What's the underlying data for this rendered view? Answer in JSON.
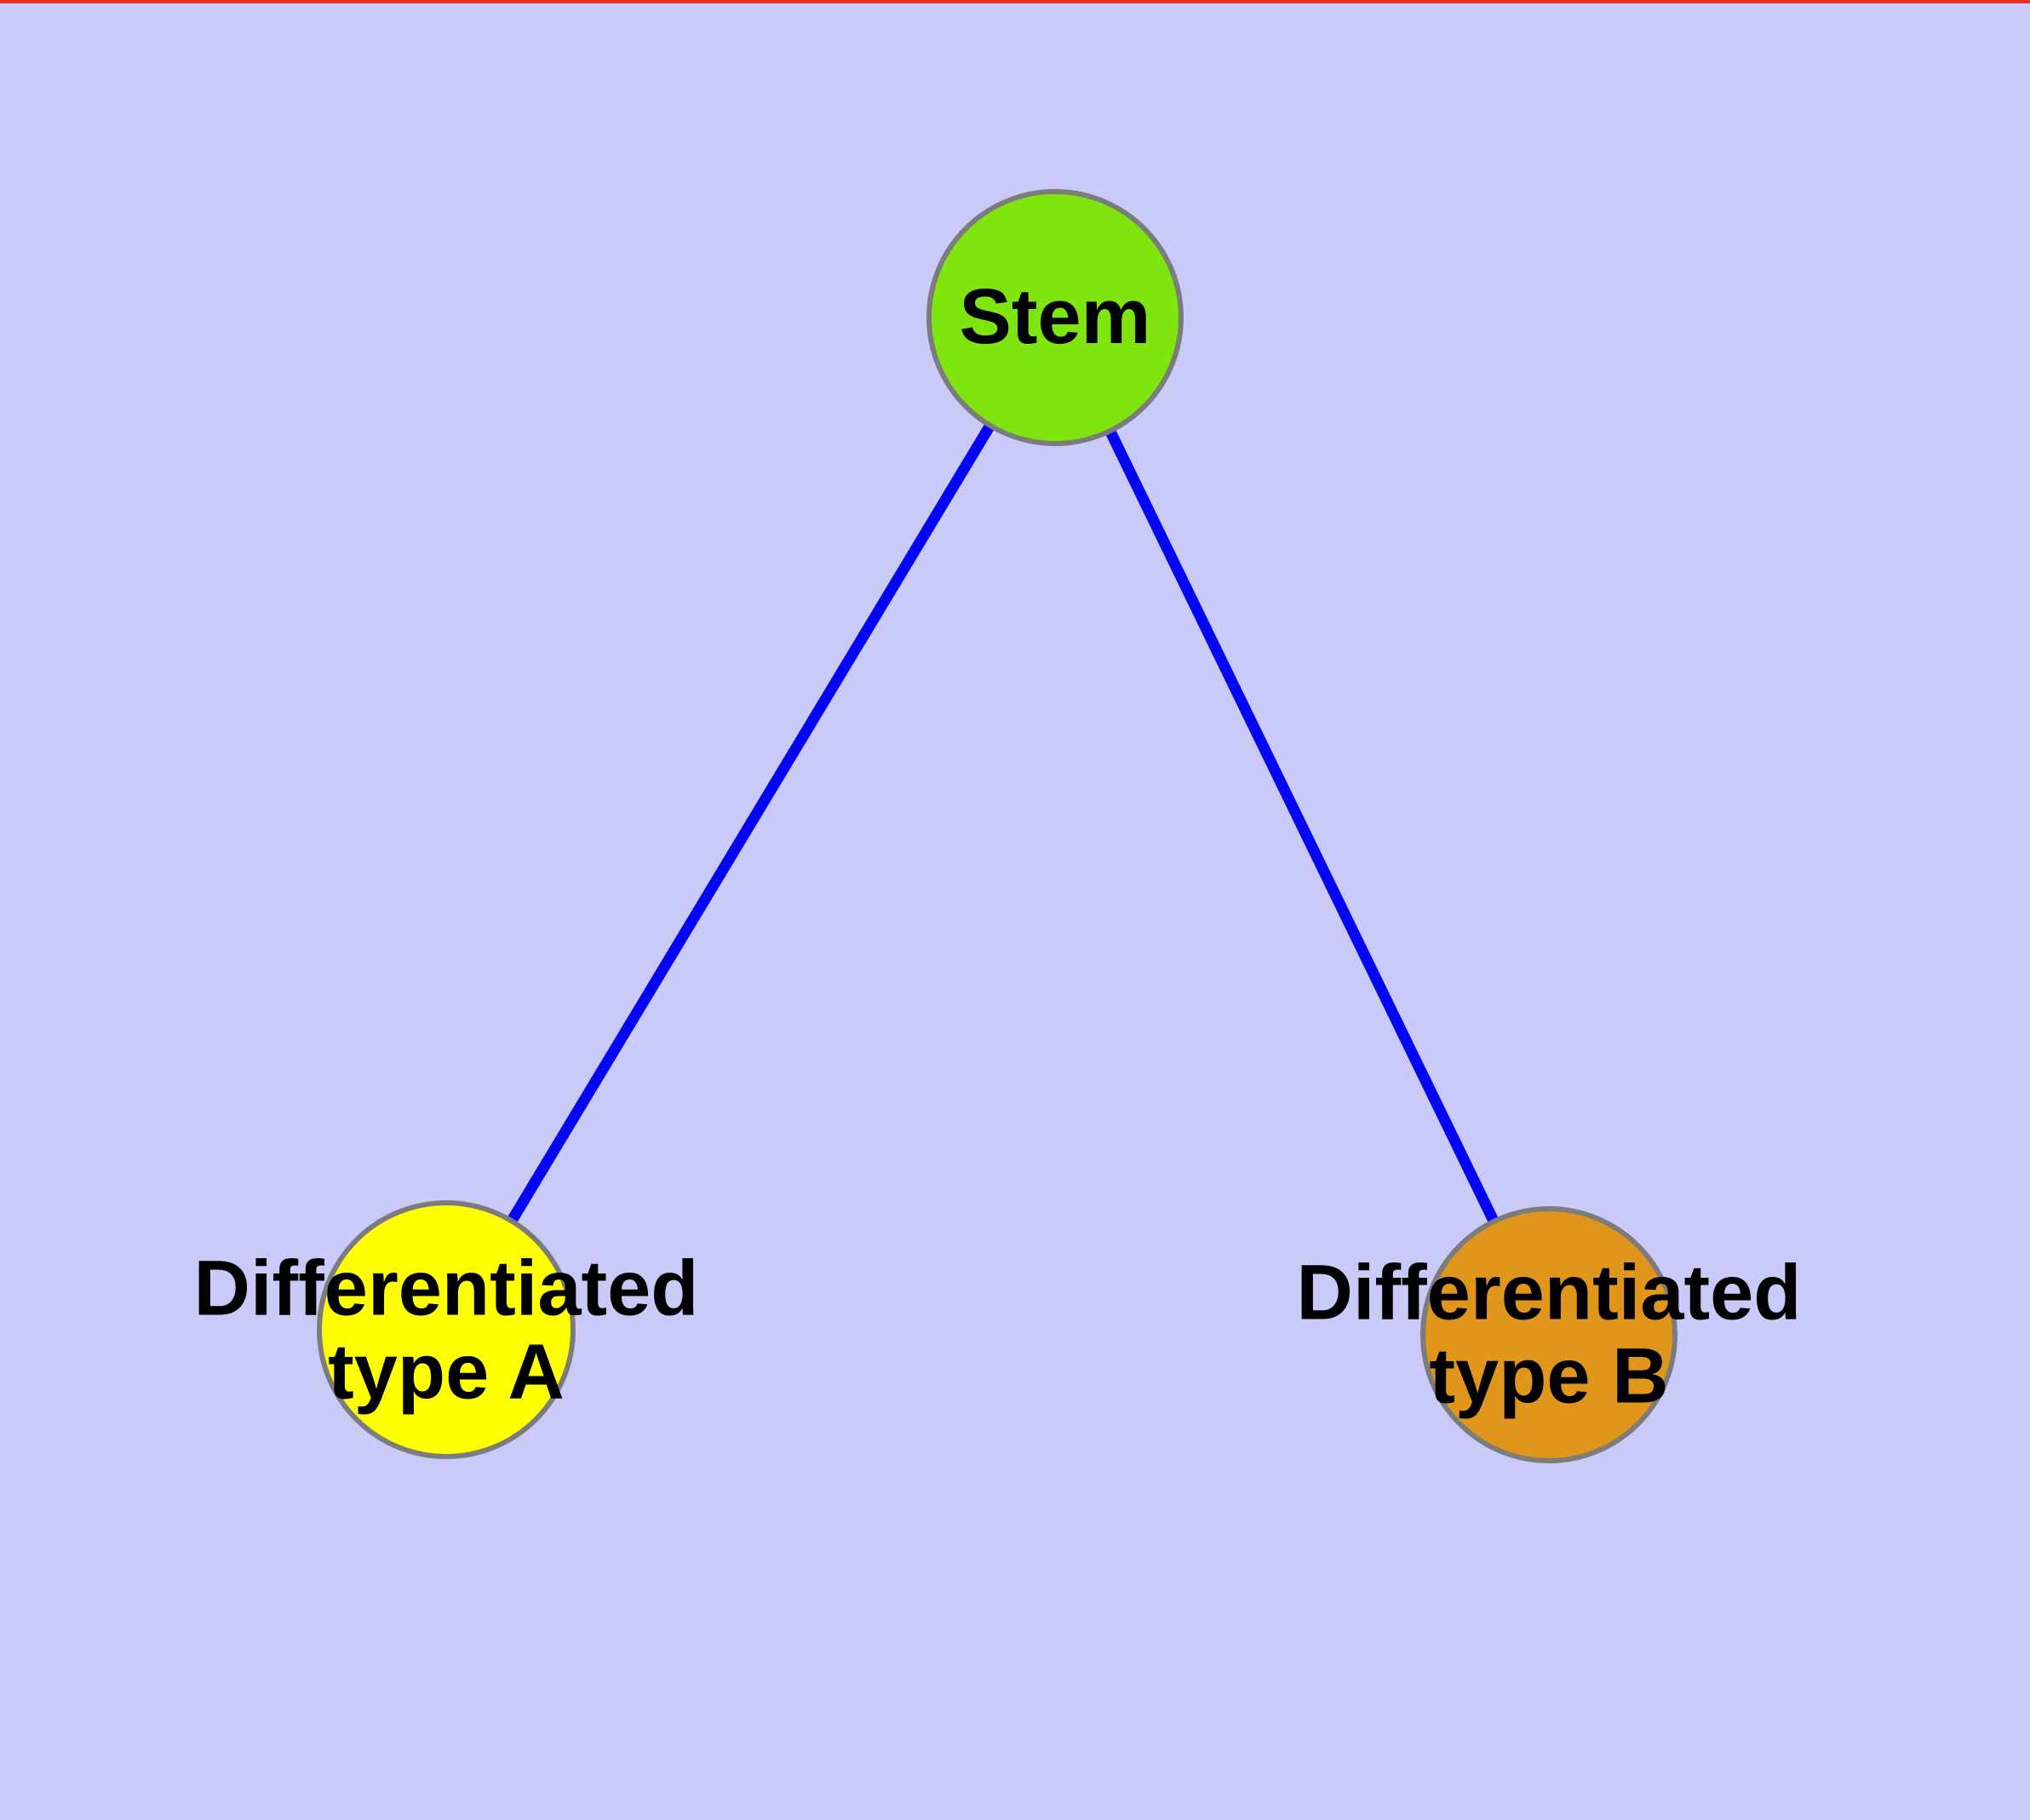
{
  "figure": {
    "type": "node-link-diagram",
    "description": "Stem cell differentiation tree: one stem node linked to two differentiated cell type nodes"
  },
  "colors": {
    "background": "#CACAF8",
    "node_border": "#7C7C7C",
    "edge_blue": "#0505F5",
    "label_text": "#000000",
    "top_edge_line": "#E03131"
  },
  "nodes": [
    {
      "id": "stem",
      "label": "Stem",
      "fill": "#80E40E"
    },
    {
      "id": "differentiated-type-a",
      "label": "Differentiated\ntype A",
      "fill": "#FFFF00"
    },
    {
      "id": "differentiated-type-b",
      "label": "Differentiated\ntype B",
      "fill": "#E0951B"
    }
  ],
  "edges": [
    {
      "from": "stem",
      "to": "differentiated-type-a"
    },
    {
      "from": "stem",
      "to": "differentiated-type-b"
    }
  ]
}
